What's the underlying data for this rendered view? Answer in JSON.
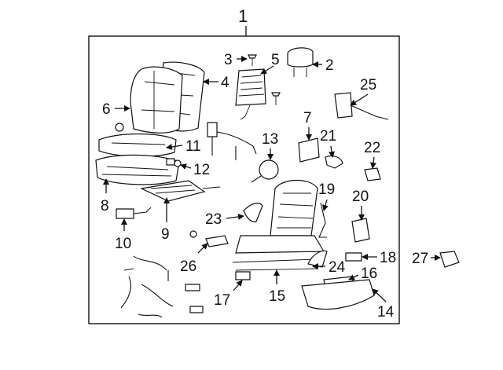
{
  "assembly": {
    "number": "1"
  },
  "callouts": [
    {
      "id": "p2",
      "label": "2"
    },
    {
      "id": "p3",
      "label": "3"
    },
    {
      "id": "p4",
      "label": "4"
    },
    {
      "id": "p5",
      "label": "5"
    },
    {
      "id": "p6",
      "label": "6"
    },
    {
      "id": "p7",
      "label": "7"
    },
    {
      "id": "p8",
      "label": "8"
    },
    {
      "id": "p9",
      "label": "9"
    },
    {
      "id": "p10",
      "label": "10"
    },
    {
      "id": "p11",
      "label": "11"
    },
    {
      "id": "p12",
      "label": "12"
    },
    {
      "id": "p13",
      "label": "13"
    },
    {
      "id": "p14",
      "label": "14"
    },
    {
      "id": "p15",
      "label": "15"
    },
    {
      "id": "p16",
      "label": "16"
    },
    {
      "id": "p17",
      "label": "17"
    },
    {
      "id": "p18",
      "label": "18"
    },
    {
      "id": "p19",
      "label": "19"
    },
    {
      "id": "p20",
      "label": "20"
    },
    {
      "id": "p21",
      "label": "21"
    },
    {
      "id": "p22",
      "label": "22"
    },
    {
      "id": "p23",
      "label": "23"
    },
    {
      "id": "p24",
      "label": "24"
    },
    {
      "id": "p25",
      "label": "25"
    },
    {
      "id": "p26",
      "label": "26"
    },
    {
      "id": "p27",
      "label": "27"
    }
  ]
}
